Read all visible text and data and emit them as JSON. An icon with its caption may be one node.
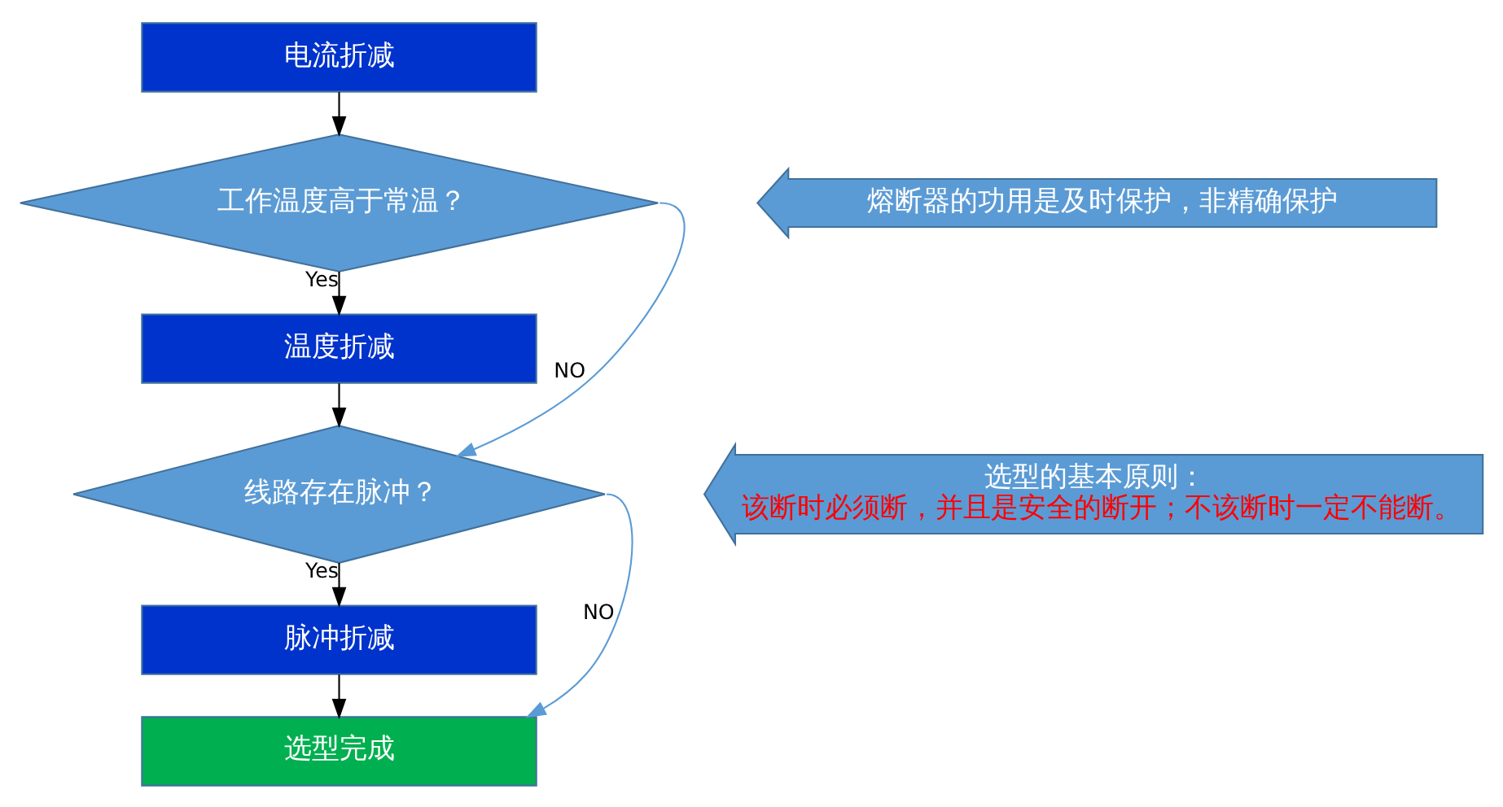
{
  "diagram": {
    "nodes": [
      {
        "text": [
          "电流折减"
        ]
      },
      {
        "text": [
          "工作温度高于常温？"
        ]
      },
      {
        "text": [
          "温度折减"
        ]
      },
      {
        "text": [
          "线路存在脉冲？"
        ]
      },
      {
        "text": [
          "脉冲折减"
        ]
      },
      {
        "text": [
          "选型完成"
        ]
      },
      {
        "text": [
          "熔断器的功用是及时保护，非精确保护"
        ]
      },
      {
        "text": [
          "选型的基本原则：",
          "该断时必须断，并且是安全的断开；不该断时一定不能断。"
        ]
      }
    ],
    "edges": [
      {
        "from": 0,
        "to": 1,
        "arrow": "to"
      },
      {
        "from": 1,
        "to": 2,
        "arrow": "to",
        "label": "Yes"
      },
      {
        "from": 1,
        "to": 3,
        "arrow": "to",
        "label": "NO",
        "color": "#5b9bd5"
      },
      {
        "from": 2,
        "to": 3,
        "arrow": "to"
      },
      {
        "from": 3,
        "to": 4,
        "arrow": "to",
        "label": "Yes"
      },
      {
        "from": 3,
        "to": 5,
        "arrow": "to",
        "label": "NO",
        "color": "#5b9bd5"
      },
      {
        "from": 4,
        "to": 5,
        "arrow": "to"
      }
    ]
  }
}
